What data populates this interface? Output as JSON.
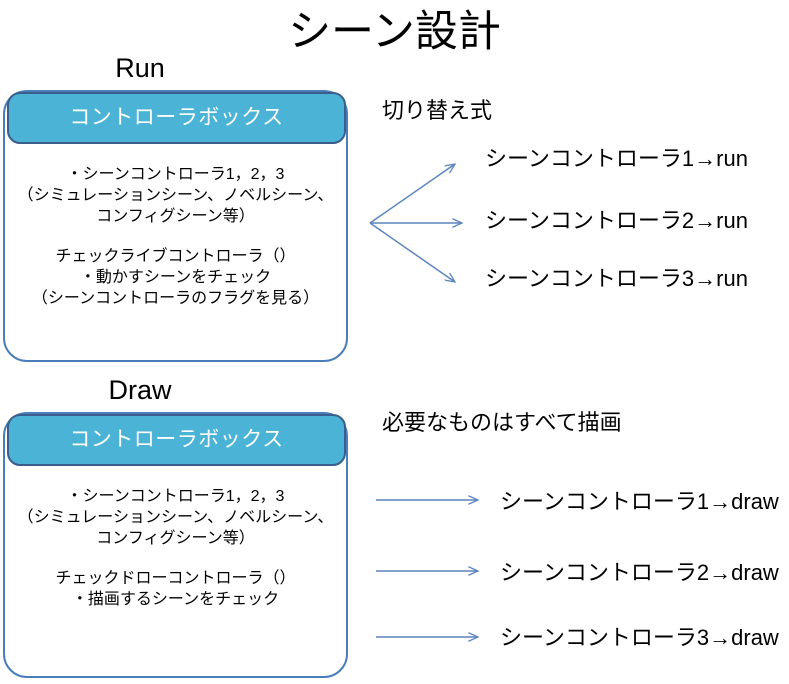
{
  "title": "シーン設計",
  "colors": {
    "header_fill": "#4BB4D6",
    "header_border": "#3B5E8C",
    "box_border": "#4A7EBB",
    "arrow": "#5C84BE",
    "text": "#000000",
    "header_text": "#FFFFFF",
    "background": "#FFFFFF"
  },
  "sections": [
    {
      "label": "Run",
      "box": {
        "header": "コントローラボックス",
        "body": [
          "・シーンコントローラ1，2，3",
          "（シミュレーションシーン、ノベルシーン、",
          "コンフィグシーン等）",
          "",
          "チェックライブコントローラ（）",
          "・動かすシーンをチェック",
          "（シーンコントローラのフラグを見る）"
        ]
      },
      "caption": "切り替え式",
      "arrow_style": "fan",
      "items": [
        "シーンコントローラ1→run",
        "シーンコントローラ2→run",
        "シーンコントローラ3→run"
      ]
    },
    {
      "label": "Draw",
      "box": {
        "header": "コントローラボックス",
        "body": [
          "・シーンコントローラ1，2，3",
          "（シミュレーションシーン、ノベルシーン、",
          "コンフィグシーン等）",
          "",
          "チェックドローコントローラ（）",
          "・描画するシーンをチェック"
        ]
      },
      "caption": "必要なものはすべて描画",
      "arrow_style": "parallel",
      "items": [
        "シーンコントローラ1→draw",
        "シーンコントローラ2→draw",
        "シーンコントローラ3→draw"
      ]
    }
  ]
}
